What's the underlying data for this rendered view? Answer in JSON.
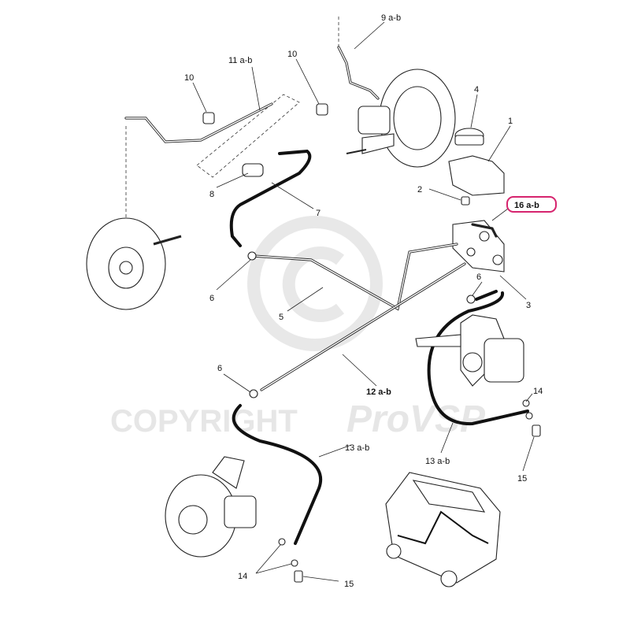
{
  "watermark": {
    "text": "COPYRIGHT",
    "brand": "ProVSP",
    "symbol": "©"
  },
  "accent_color": "#d6246e",
  "labels": {
    "l9": "9 a-b",
    "l11": "11 a-b",
    "l10a": "10",
    "l10b": "10",
    "l4": "4",
    "l1": "1",
    "l2": "2",
    "l16": "16 a-b",
    "l8": "8",
    "l7": "7",
    "l6a": "6",
    "l6b": "6",
    "l6c": "6",
    "l5": "5",
    "l3": "3",
    "l12": "12 a-b",
    "l14a": "14",
    "l14b": "14",
    "l13a": "13 a-b",
    "l13b": "13 a-b",
    "l15a": "15",
    "l15b": "15"
  }
}
